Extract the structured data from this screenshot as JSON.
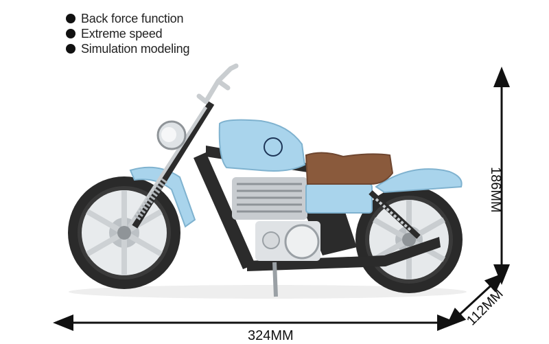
{
  "features": [
    {
      "label": "Back force function"
    },
    {
      "label": "Extreme speed"
    },
    {
      "label": "Simulation modeling"
    }
  ],
  "dimensions": {
    "length": "324MM",
    "height": "186MM",
    "depth": "112MM"
  },
  "colors": {
    "body_blue": "#a9d4ec",
    "seat_brown": "#8a5a3c",
    "frame_dark": "#2b2b2b",
    "chrome": "#cfd3d6"
  }
}
